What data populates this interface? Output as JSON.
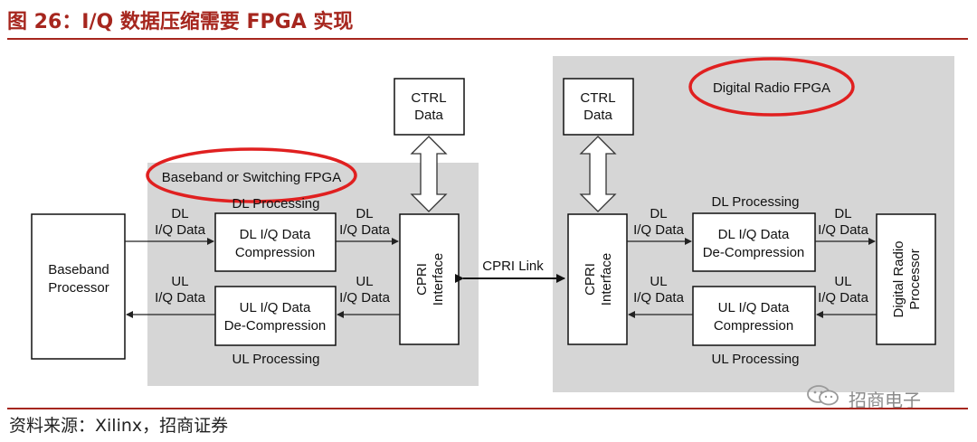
{
  "header": {
    "title": "图 26：I/Q 数据压缩需要 FPGA 实现"
  },
  "footer": {
    "source": "资料来源：Xilinx，招商证券"
  },
  "watermark": {
    "text": "招商电子"
  },
  "diagram": {
    "left": {
      "fpga_label": "Baseband or Switching FPGA",
      "baseband_line1": "Baseband",
      "baseband_line2": "Processor",
      "dl_processing": "DL Processing",
      "ul_processing": "UL Processing",
      "dl_comp_line1": "DL I/Q Data",
      "dl_comp_line2": "Compression",
      "ul_decomp_line1": "UL I/Q Data",
      "ul_decomp_line2": "De-Compression",
      "dl_in_line1": "DL",
      "dl_in_line2": "I/Q Data",
      "dl_out_line1": "DL",
      "dl_out_line2": "I/Q Data",
      "ul_in_line1": "UL",
      "ul_in_line2": "I/Q Data",
      "ul_out_line1": "UL",
      "ul_out_line2": "I/Q Data",
      "cpri_line1": "CPRI",
      "cpri_line2": "Interface",
      "ctrl_line1": "CTRL",
      "ctrl_line2": "Data"
    },
    "link": "CPRI Link",
    "right": {
      "fpga_label": "Digital Radio FPGA",
      "dl_processing": "DL Processing",
      "ul_processing": "UL Processing",
      "dl_decomp_line1": "DL I/Q Data",
      "dl_decomp_line2": "De-Compression",
      "ul_comp_line1": "UL I/Q Data",
      "ul_comp_line2": "Compression",
      "dl_in_line1": "DL",
      "dl_in_line2": "I/Q Data",
      "dl_out_line1": "DL",
      "dl_out_line2": "I/Q Data",
      "ul_in_line1": "UL",
      "ul_in_line2": "I/Q Data",
      "ul_out_line1": "UL",
      "ul_out_line2": "I/Q Data",
      "cpri_line1": "CPRI",
      "cpri_line2": "Interface",
      "ctrl_line1": "CTRL",
      "ctrl_line2": "Data",
      "radio_line1": "Digital Radio",
      "radio_line2": "Processor"
    }
  }
}
